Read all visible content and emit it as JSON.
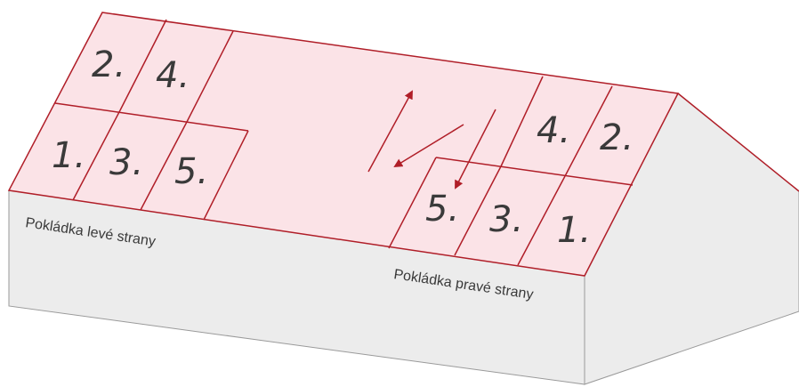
{
  "colors": {
    "roof_fill": "#fbe3e7",
    "roof_line": "#b01e28",
    "wall_fill": "#ececec",
    "wall_line": "#9a9a9a",
    "text": "#3a3a3a"
  },
  "labels": {
    "left_side": "Pokládka levé strany",
    "right_side": "Pokládka pravé strany"
  },
  "left_panels": {
    "top_row": [
      "2.",
      "4."
    ],
    "bottom_row": [
      "1.",
      "3.",
      "5."
    ]
  },
  "right_panels": {
    "top_row": [
      "4.",
      "2."
    ],
    "bottom_row": [
      "5.",
      "3.",
      "1."
    ]
  }
}
